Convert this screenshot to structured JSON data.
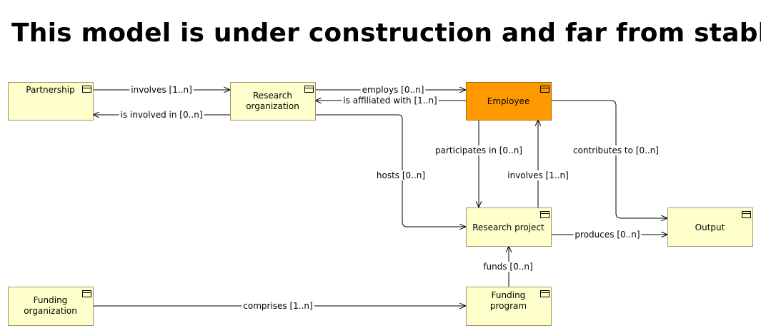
{
  "title": "This model is under construction and far from stable.",
  "colors": {
    "box_fill": "#ffffcc",
    "highlight_fill": "#ff9900",
    "stroke": "#999966",
    "line": "#000000"
  },
  "icon": "business-object-icon",
  "nodes": [
    {
      "id": "partnership",
      "label": [
        "Partnership"
      ]
    },
    {
      "id": "research-organization",
      "label": [
        "Research",
        "organization"
      ]
    },
    {
      "id": "employee",
      "label": [
        "Employee"
      ],
      "highlight": true
    },
    {
      "id": "research-project",
      "label": [
        "Research project"
      ]
    },
    {
      "id": "output",
      "label": [
        "Output"
      ]
    },
    {
      "id": "funding-organization",
      "label": [
        "Funding",
        "organization"
      ]
    },
    {
      "id": "funding-program",
      "label": [
        "Funding",
        "program"
      ]
    }
  ],
  "edges": [
    {
      "id": "involves-partnership",
      "label": "involves [1..n]"
    },
    {
      "id": "is-involved-in",
      "label": "is involved in [0..n]"
    },
    {
      "id": "employs",
      "label": "employs [0..n]"
    },
    {
      "id": "is-affiliated-with",
      "label": "is affiliated with [1..n]"
    },
    {
      "id": "hosts",
      "label": "hosts [0..n]"
    },
    {
      "id": "participates-in",
      "label": "participates in [0..n]"
    },
    {
      "id": "involves-employee",
      "label": "involves [1..n]"
    },
    {
      "id": "contributes-to",
      "label": "contributes to [0..n]"
    },
    {
      "id": "produces",
      "label": "produces [0..n]"
    },
    {
      "id": "funds",
      "label": "funds [0..n]"
    },
    {
      "id": "comprises",
      "label": "comprises [1..n]"
    }
  ]
}
